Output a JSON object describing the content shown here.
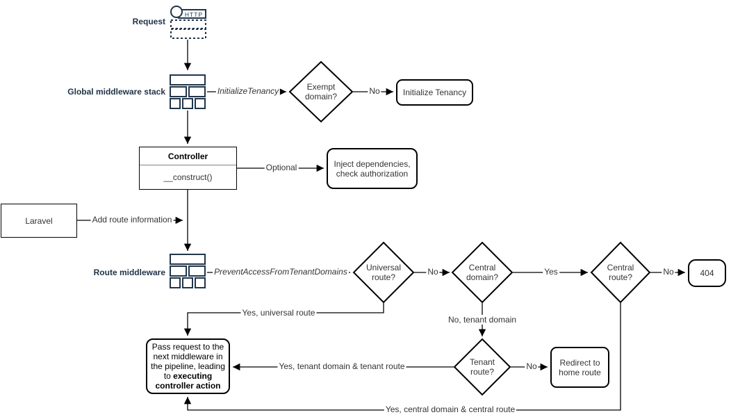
{
  "colors": {
    "accent": "#213449",
    "line": "#000000",
    "shape_fill": "#ffffff"
  },
  "nodes": {
    "request_label": "Request",
    "http_icon_text": "HTTP",
    "global_middleware_label": "Global middleware stack",
    "exempt_domain": "Exempt domain?",
    "initialize_tenancy": "Initialize Tenancy",
    "controller_title": "Controller",
    "controller_method": "__construct()",
    "inject_dependencies": "Inject dependencies, check authorization",
    "laravel": "Laravel",
    "route_middleware_label": "Route middleware",
    "universal_route": "Universal route?",
    "central_domain": "Central domain?",
    "central_route": "Central route?",
    "not_found": "404",
    "tenant_route": "Tenant route?",
    "redirect_home": "Redirect to home route",
    "pass_request_normal": "Pass request to the next middleware in the pipeline, leading to",
    "pass_request_bold": "executing controller action"
  },
  "edges": {
    "initialize_tenancy_middleware": "InitializeTenancy",
    "exempt_no": "No",
    "optional": "Optional",
    "add_route_information": "Add route information",
    "prevent_access_middleware": "PreventAccessFromTenantDomains",
    "universal_no": "No",
    "central_domain_yes": "Yes",
    "central_route_no": "No",
    "yes_universal_route": "Yes, universal route",
    "no_tenant_domain": "No, tenant domain",
    "tenant_no": "No",
    "yes_tenant_domain_route": "Yes, tenant domain & tenant route",
    "yes_central_domain_route": "Yes, central domain & central route"
  }
}
